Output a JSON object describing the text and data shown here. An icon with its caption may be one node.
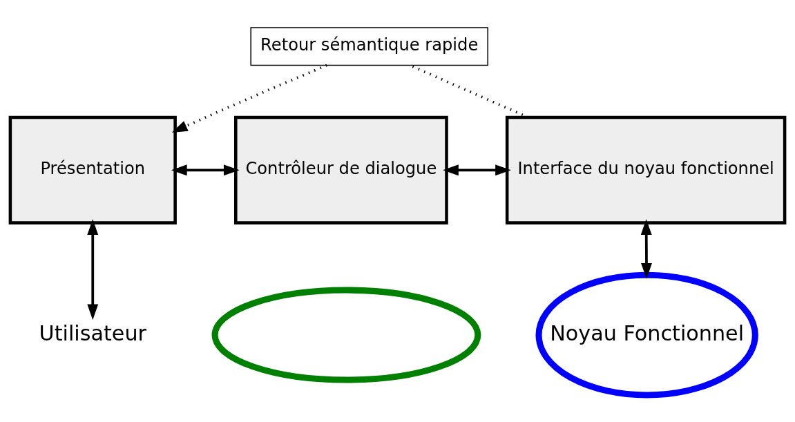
{
  "diagram": {
    "nodes": [
      {
        "text": [
          "Retour sémantique rapide"
        ]
      },
      {
        "text": [],
        "shape": "ellipse"
      },
      {
        "text": [
          "Présentation"
        ]
      },
      {
        "text": [
          "Contrôleur de dialogue"
        ]
      },
      {
        "text": [
          "Interface du noyau fonctionnel"
        ]
      },
      {
        "text": [
          "Utilisateur"
        ]
      },
      {
        "text": [
          "Noyau Fonctionnel"
        ]
      }
    ],
    "edges": [
      {
        "from": 4,
        "to": 0,
        "arrow": "none",
        "style": "dashed"
      },
      {
        "from": 0,
        "to": 2,
        "arrow": "to",
        "style": "dashed"
      },
      {
        "from": 2,
        "to": 3,
        "arrow": "both"
      },
      {
        "from": 3,
        "to": 4,
        "arrow": "both"
      },
      {
        "from": 2,
        "to": 5,
        "arrow": "both"
      },
      {
        "from": 4,
        "to": 6,
        "arrow": "both"
      }
    ]
  }
}
